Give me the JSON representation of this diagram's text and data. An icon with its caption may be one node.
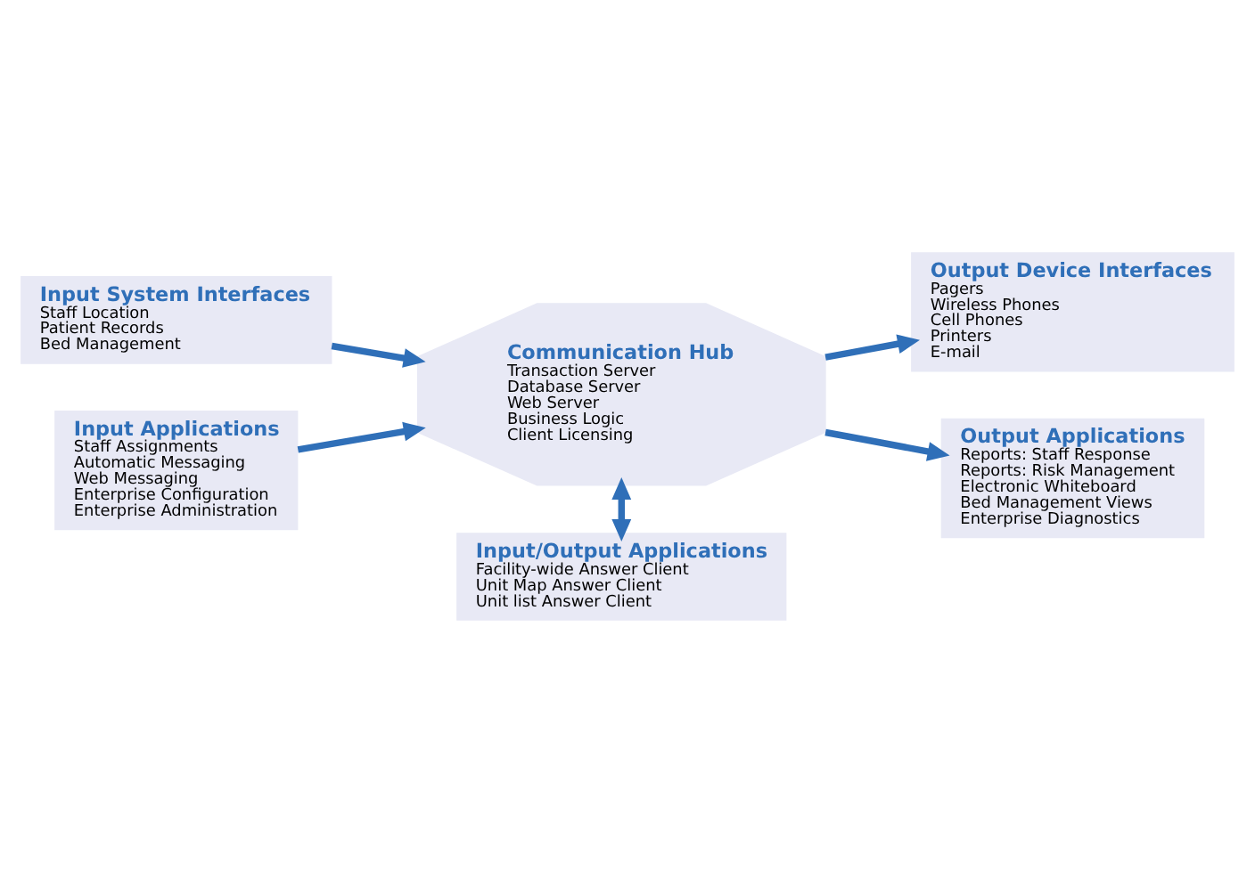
{
  "diagram": {
    "nodes": [
      {
        "text": [
          "Input System Interfaces",
          "Staff Location",
          "Patient Records",
          "Bed Management"
        ]
      },
      {
        "text": [
          "Communication Hub",
          "Transaction Server",
          "Database Server",
          "Web Server",
          "Business Logic",
          "Client Licensing"
        ]
      },
      {
        "text": [
          "Output Device Interfaces",
          "Pagers",
          "Wireless Phones",
          "Cell Phones",
          "Printers",
          "E-mail"
        ]
      },
      {
        "text": [
          "Input Applications",
          "Staff Assignments",
          "Automatic Messaging",
          "Web Messaging",
          "Enterprise Configuration",
          "Enterprise Administration"
        ]
      },
      {
        "text": [
          "Input/Output Applications",
          "Facility-wide Answer Client",
          "Unit Map Answer Client",
          "Unit list Answer Client"
        ]
      },
      {
        "text": [
          "Output Applications",
          "Reports: Staff Response",
          "Reports: Risk Management",
          "Electronic Whiteboard",
          "Bed Management Views",
          "Enterprise Diagnostics"
        ]
      }
    ],
    "edges": [
      {
        "from": 0,
        "to": 1,
        "arrow": "to"
      },
      {
        "from": 1,
        "to": 2,
        "arrow": "to"
      },
      {
        "from": 3,
        "to": 1,
        "arrow": "to"
      },
      {
        "from": 1,
        "to": 4,
        "arrow": "both"
      },
      {
        "from": 1,
        "to": 5,
        "arrow": "to"
      }
    ]
  }
}
